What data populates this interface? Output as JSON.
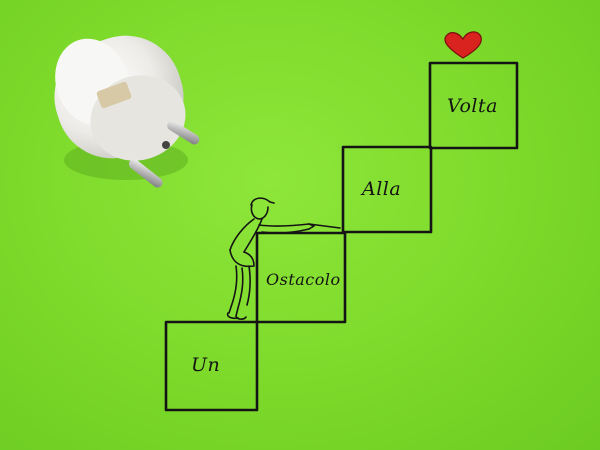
{
  "photo": {
    "paper_color": "#7ddb2a",
    "ink_color": "#141414",
    "heart_color": "#d8231f",
    "plug_color": "#efefec"
  },
  "steps": [
    {
      "word": "Un"
    },
    {
      "word": "Ostacolo"
    },
    {
      "word": "Alla"
    },
    {
      "word": "Volta"
    }
  ]
}
